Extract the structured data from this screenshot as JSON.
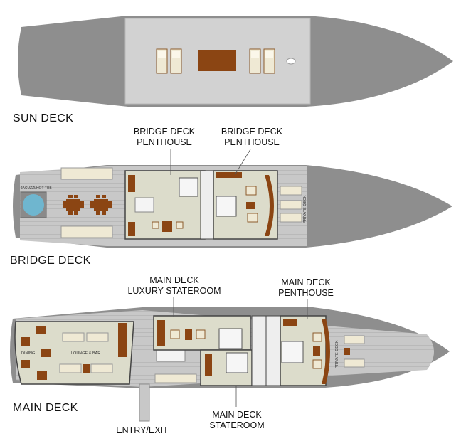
{
  "decks": {
    "sun": {
      "label": "SUN DECK"
    },
    "bridge": {
      "label": "BRIDGE DECK",
      "jacuzzi": "JACUZZI/HOT TUB",
      "private_deck": "PRIVATE DECK"
    },
    "main": {
      "label": "MAIN DECK",
      "dining": "DINING",
      "lounge": "LOUNGE & BAR",
      "private_deck": "PRIVATE DECK"
    }
  },
  "callouts": {
    "bridge_penthouse_a": {
      "line1": "BRIDGE DECK",
      "line2": "PENTHOUSE"
    },
    "bridge_penthouse_b": {
      "line1": "BRIDGE DECK",
      "line2": "PENTHOUSE"
    },
    "main_luxury": {
      "line1": "MAIN DECK",
      "line2": "LUXURY STATEROOM"
    },
    "main_penthouse": {
      "line1": "MAIN DECK",
      "line2": "PENTHOUSE"
    },
    "main_stateroom": {
      "line1": "MAIN DECK",
      "line2": "STATEROOM"
    },
    "entry": {
      "line1": "ENTRY/EXIT"
    }
  },
  "colors": {
    "hull": "#8e8e8e",
    "deck_wood": "#c9c9c9",
    "interior": "#dcdccb",
    "furniture": "#8b5a2b",
    "cushion": "#efe9d4",
    "water": "#6fb6cf"
  }
}
